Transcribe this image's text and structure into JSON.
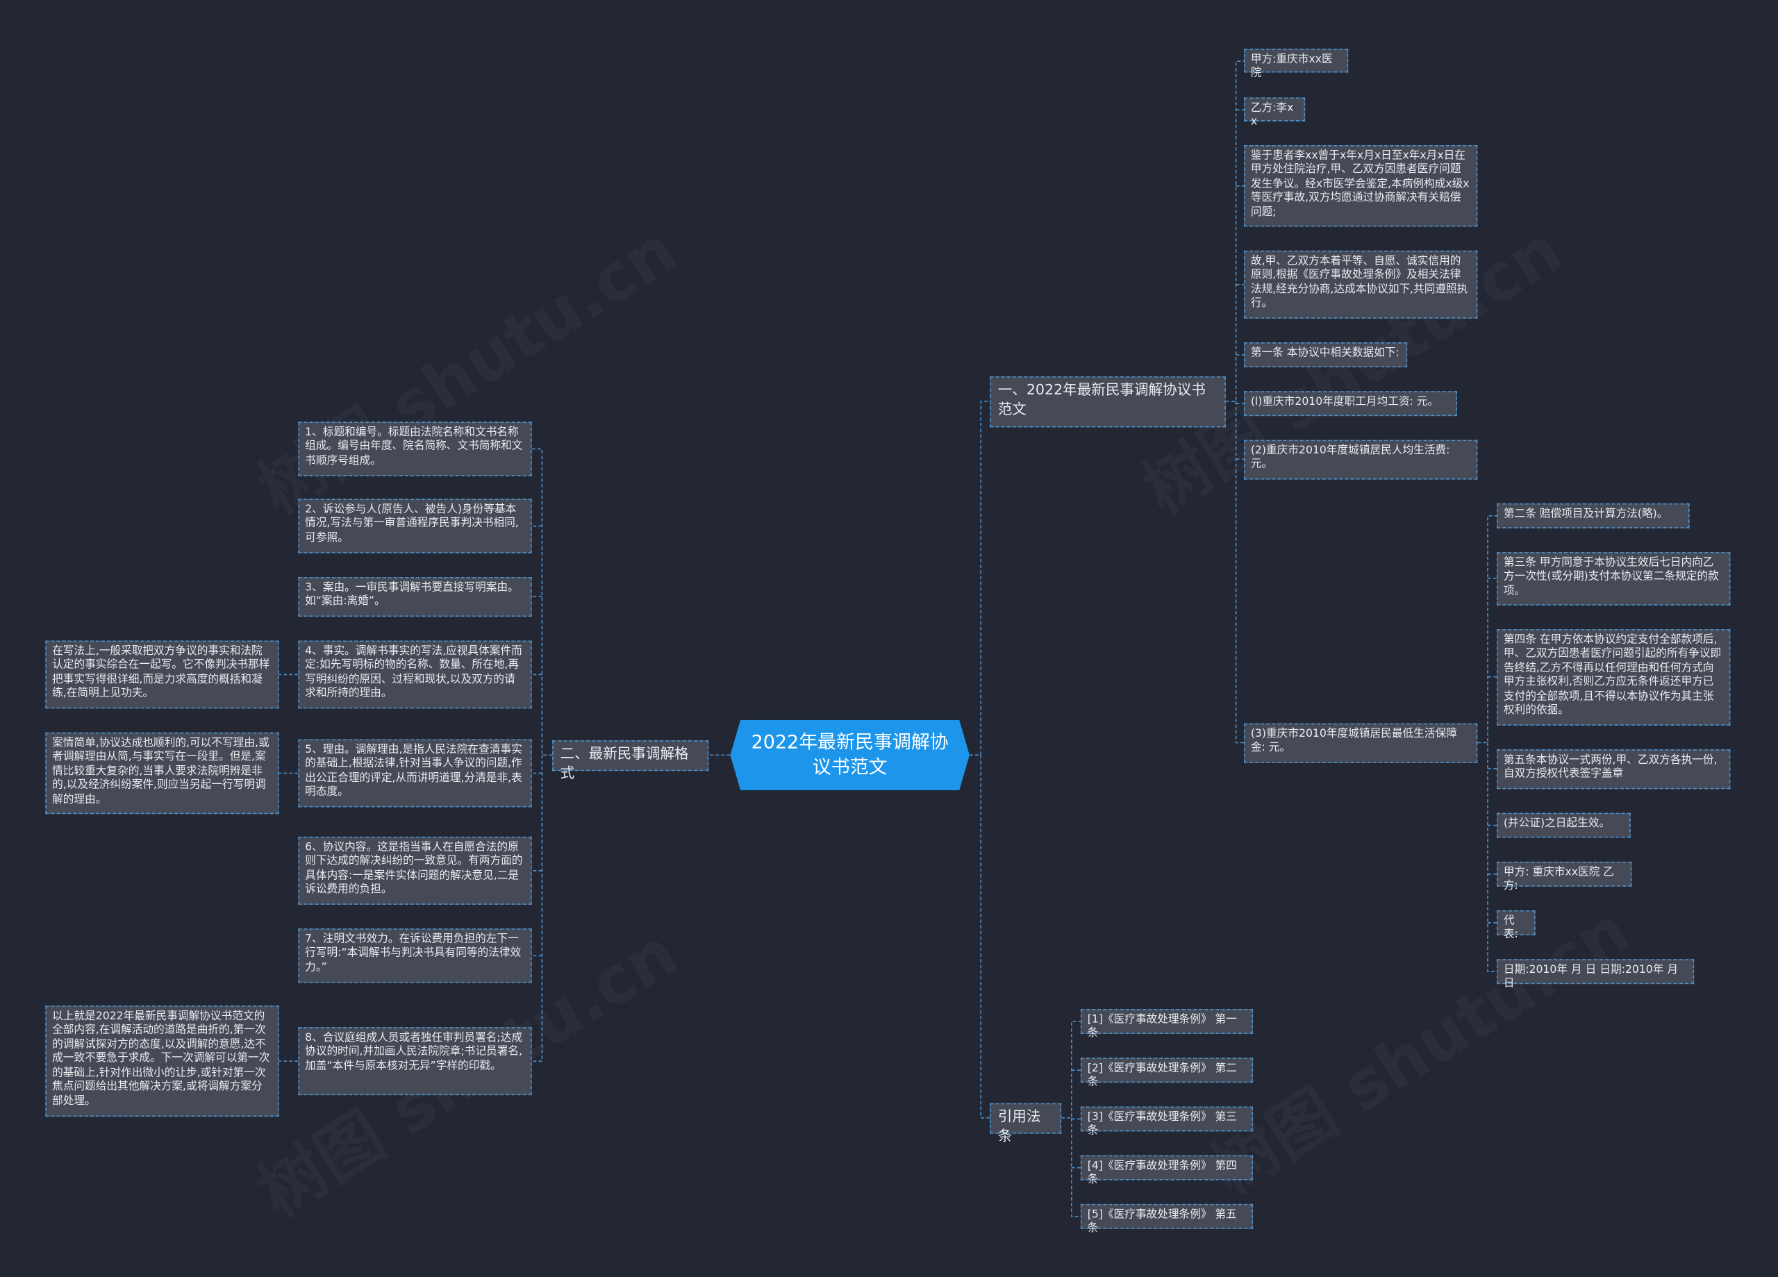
{
  "root": "2022年最新民事调解协议书范文",
  "branch1": {
    "title": "一、2022年最新民事调解协议书范文",
    "items": [
      "甲方:重庆市xx医院",
      "乙方:李xx",
      "鉴于患者李xx曾于x年x月x日至x年x月x日在甲方处住院治疗,甲、乙双方因患者医疗问题发生争议。经x市医学会鉴定,本病例构成x级x等医疗事故,双方均愿通过协商解决有关赔偿问题;",
      "故,甲、乙双方本着平等、自愿、诚实信用的原则,根据《医疗事故处理条例》及相关法律法规,经充分协商,达成本协议如下,共同遵照执行。",
      "第一条 本协议中相关数据如下:",
      "(l)重庆市2010年度职工月均工资: 元。",
      "(2)重庆市2010年度城镇居民人均生活费: 元。",
      "(3)重庆市2010年度城镇居民最低生活保障金: 元。"
    ],
    "sub": [
      "第二条 赔偿项目及计算方法(略)。",
      "第三条 甲方同意于本协议生效后七日内向乙方一次性(或分期)支付本协议第二条规定的款项。",
      "第四条 在甲方依本协议约定支付全部款项后,甲、乙双方因患者医疗问题引起的所有争议即告终结,乙方不得再以任何理由和任何方式向甲方主张权利,否则乙方应无条件返还甲方已支付的全部款项,且不得以本协议作为其主张权利的依据。",
      "第五条本协议一式两份,甲、乙双方各执一份,自双方授权代表签字盖章",
      "(并公证)之日起生效。",
      "甲方: 重庆市xx医院 乙方:",
      "代表:",
      "日期:2010年 月 日 日期:2010年 月 日"
    ]
  },
  "branch2": {
    "title": "二、最新民事调解格式",
    "items": [
      "1、标题和编号。标题由法院名称和文书名称组成。编号由年度、院名简称、文书简称和文书顺序号组成。",
      "2、诉讼参与人(原告人、被告人)身份等基本情况,写法与第一审普通程序民事判决书相同,可参照。",
      "3、案由。一审民事调解书要直接写明案由。如“案由:离婚”。",
      "4、事实。调解书事实的写法,应视具体案件而定:如先写明标的物的名称、数量、所在地,再写明纠纷的原因、过程和现状,以及双方的请求和所持的理由。",
      "5、理由。调解理由,是指人民法院在查清事实的基础上,根据法律,针对当事人争议的问题,作出公正合理的评定,从而讲明道理,分清是非,表明态度。",
      "6、协议内容。这是指当事人在自愿合法的原则下达成的解决纠纷的一致意见。有两方面的具体内容:一是案件实体问题的解决意见,二是诉讼费用的负担。",
      "7、注明文书效力。在诉讼费用负担的左下一行写明:“本调解书与判决书具有同等的法律效力。”",
      "8、合议庭组成人员或者独任审判员署名;达成协议的时间,并加画人民法院院章;书记员署名,加盖“本件与原本核对无异”字样的印戳。"
    ],
    "notes": [
      "在写法上,一般采取把双方争议的事实和法院认定的事实综合在一起写。它不像判决书那样把事实写得很详细,而是力求高度的概括和凝练,在简明上见功夫。",
      "案情简单,协议达成也顺利的,可以不写理由,或者调解理由从简,与事实写在一段里。但是,案情比较重大复杂的,当事人要求法院明辨是非的,以及经济纠纷案件,则应当另起一行写明调解的理由。",
      "以上就是2022年最新民事调解协议书范文的全部内容,在调解活动的道路是曲折的,第一次的调解试探对方的态度,以及调解的意愿,达不成一致不要急于求成。下一次调解可以第一次的基础上,针对作出微小的让步,或针对第一次焦点问题给出其他解决方案,或将调解方案分部处理。"
    ]
  },
  "branch3": {
    "title": "引用法条",
    "items": [
      "[1]《医疗事故处理条例》 第一条",
      "[2]《医疗事故处理条例》 第二条",
      "[3]《医疗事故处理条例》 第三条",
      "[4]《医疗事故处理条例》 第四条",
      "[5]《医疗事故处理条例》 第五条"
    ]
  },
  "colors": {
    "background": "#222733",
    "root": "#1c95ea",
    "node": "#454a56",
    "line": "#4f8fc9"
  }
}
